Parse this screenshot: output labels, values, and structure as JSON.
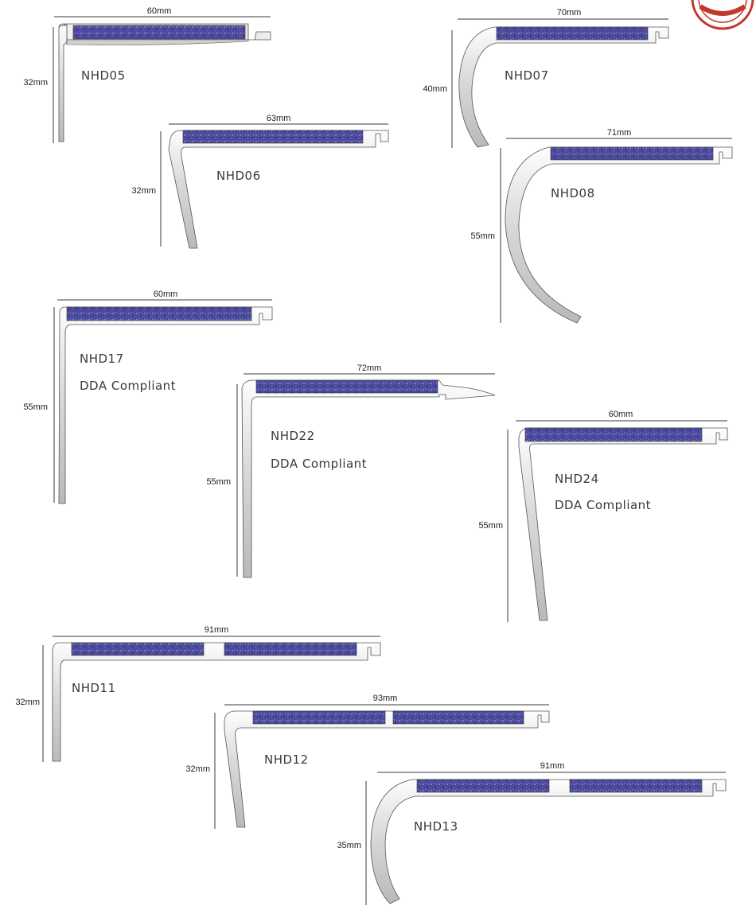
{
  "profiles": [
    {
      "id": "NHD05",
      "name": "NHD05",
      "width": "60mm",
      "height": "32mm",
      "note": "",
      "shape": "square",
      "inserts": 1
    },
    {
      "id": "NHD06",
      "name": "NHD06",
      "width": "63mm",
      "height": "32mm",
      "note": "",
      "shape": "slant",
      "inserts": 1
    },
    {
      "id": "NHD07",
      "name": "NHD07",
      "width": "70mm",
      "height": "40mm",
      "note": "",
      "shape": "bullnose",
      "inserts": 1
    },
    {
      "id": "NHD08",
      "name": "NHD08",
      "width": "71mm",
      "height": "55mm",
      "note": "",
      "shape": "bullnose",
      "inserts": 1
    },
    {
      "id": "NHD17",
      "name": "NHD17",
      "width": "60mm",
      "height": "55mm",
      "note": "DDA Compliant",
      "shape": "square",
      "inserts": 1
    },
    {
      "id": "NHD22",
      "name": "NHD22",
      "width": "72mm",
      "height": "55mm",
      "note": "DDA Compliant",
      "shape": "square",
      "inserts": 1
    },
    {
      "id": "NHD24",
      "name": "NHD24",
      "width": "60mm",
      "height": "55mm",
      "note": "DDA Compliant",
      "shape": "slant",
      "inserts": 1
    },
    {
      "id": "NHD11",
      "name": "NHD11",
      "width": "91mm",
      "height": "32mm",
      "note": "",
      "shape": "square",
      "inserts": 2
    },
    {
      "id": "NHD12",
      "name": "NHD12",
      "width": "93mm",
      "height": "32mm",
      "note": "",
      "shape": "slant",
      "inserts": 2
    },
    {
      "id": "NHD13",
      "name": "NHD13",
      "width": "91mm",
      "height": "35mm",
      "note": "",
      "shape": "bullnose",
      "inserts": 2
    }
  ],
  "colors": {
    "insert": "#4b4a9c",
    "metal": "#e6e6e6",
    "outline": "#555555"
  }
}
